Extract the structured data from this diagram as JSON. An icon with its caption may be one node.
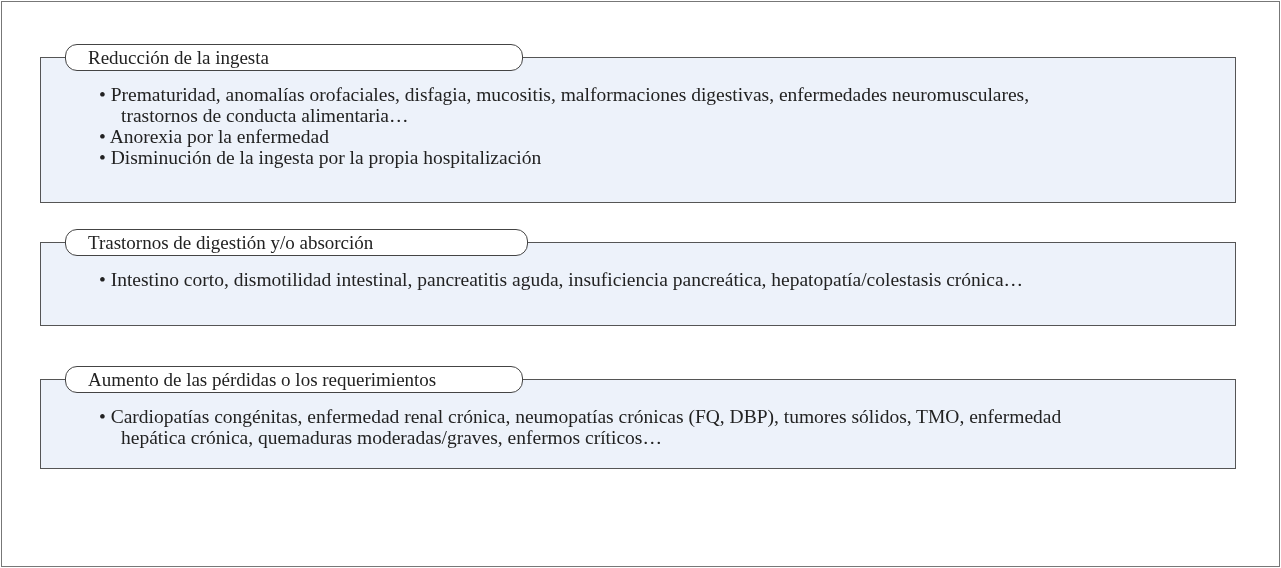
{
  "diagram": {
    "nodes": [
      {
        "text": [
          "Reducción de la ingesta",
          "• Prematuridad, anomalías orofaciales, disfagia, mucositis, malformaciones digestivas, enfermedades neuromusculares, trastornos de conducta alimentaria…",
          "• Anorexia por la enfermedad",
          "• Disminución de la ingesta por la propia hospitalización"
        ]
      },
      {
        "text": [
          "Trastornos de digestión y/o absorción",
          "• Intestino corto, dismotilidad intestinal, pancreatitis aguda, insuficiencia pancreática, hepatopatía/colestasis crónica…"
        ]
      },
      {
        "text": [
          "Aumento de las pérdidas o los requerimientos",
          "• Cardiopatías congénitas, enfermedad renal crónica, neumopatías crónicas (FQ, DBP), tumores sólidos, TMO, enfermedad hepática crónica, quemaduras moderadas/graves, enfermos críticos…"
        ]
      }
    ]
  }
}
